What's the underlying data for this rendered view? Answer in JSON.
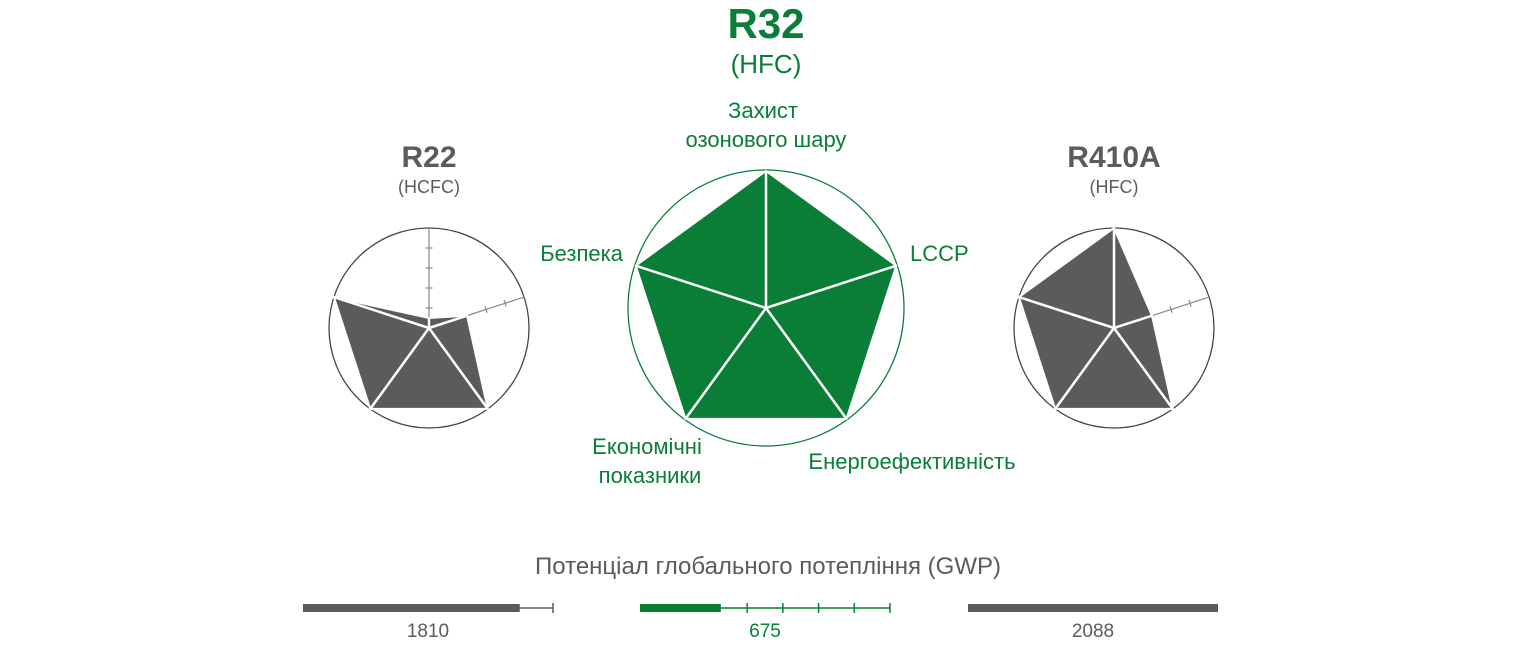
{
  "colors": {
    "green": "#0a7d36",
    "gray": "#5b5b5d",
    "ring": "#444444",
    "white": "#ffffff"
  },
  "chart_data": {
    "type": "radar",
    "axes": [
      "Захист озонового шару",
      "LCCP",
      "Енергоефективність",
      "Економічні показники",
      "Безпека"
    ],
    "axis_labels": {
      "ozone": [
        "Захист",
        "озонового шару"
      ],
      "lccp": [
        "LCCP"
      ],
      "energy": [
        "Енергоефективність"
      ],
      "econ": [
        "Економічні",
        "показники"
      ],
      "safety": [
        "Безпека"
      ]
    },
    "scale_max": 5,
    "refrigerants": [
      {
        "name": "R22",
        "type": "(HCFC)",
        "values": [
          0.5,
          2,
          5,
          5,
          5
        ],
        "highlight": false
      },
      {
        "name": "R32",
        "type": "(HFC)",
        "values": [
          5,
          5,
          5,
          5,
          5
        ],
        "highlight": true
      },
      {
        "name": "R410A",
        "type": "(HFC)",
        "values": [
          5,
          2,
          5,
          5,
          5
        ],
        "highlight": false
      }
    ],
    "gwp": {
      "title": "Потенціал глобального потепління (GWP)",
      "max": 2088,
      "bars": [
        {
          "label": "1810",
          "value": 1810,
          "highlight": false
        },
        {
          "label": "675",
          "value": 675,
          "highlight": true
        },
        {
          "label": "2088",
          "value": 2088,
          "highlight": false
        }
      ]
    }
  }
}
